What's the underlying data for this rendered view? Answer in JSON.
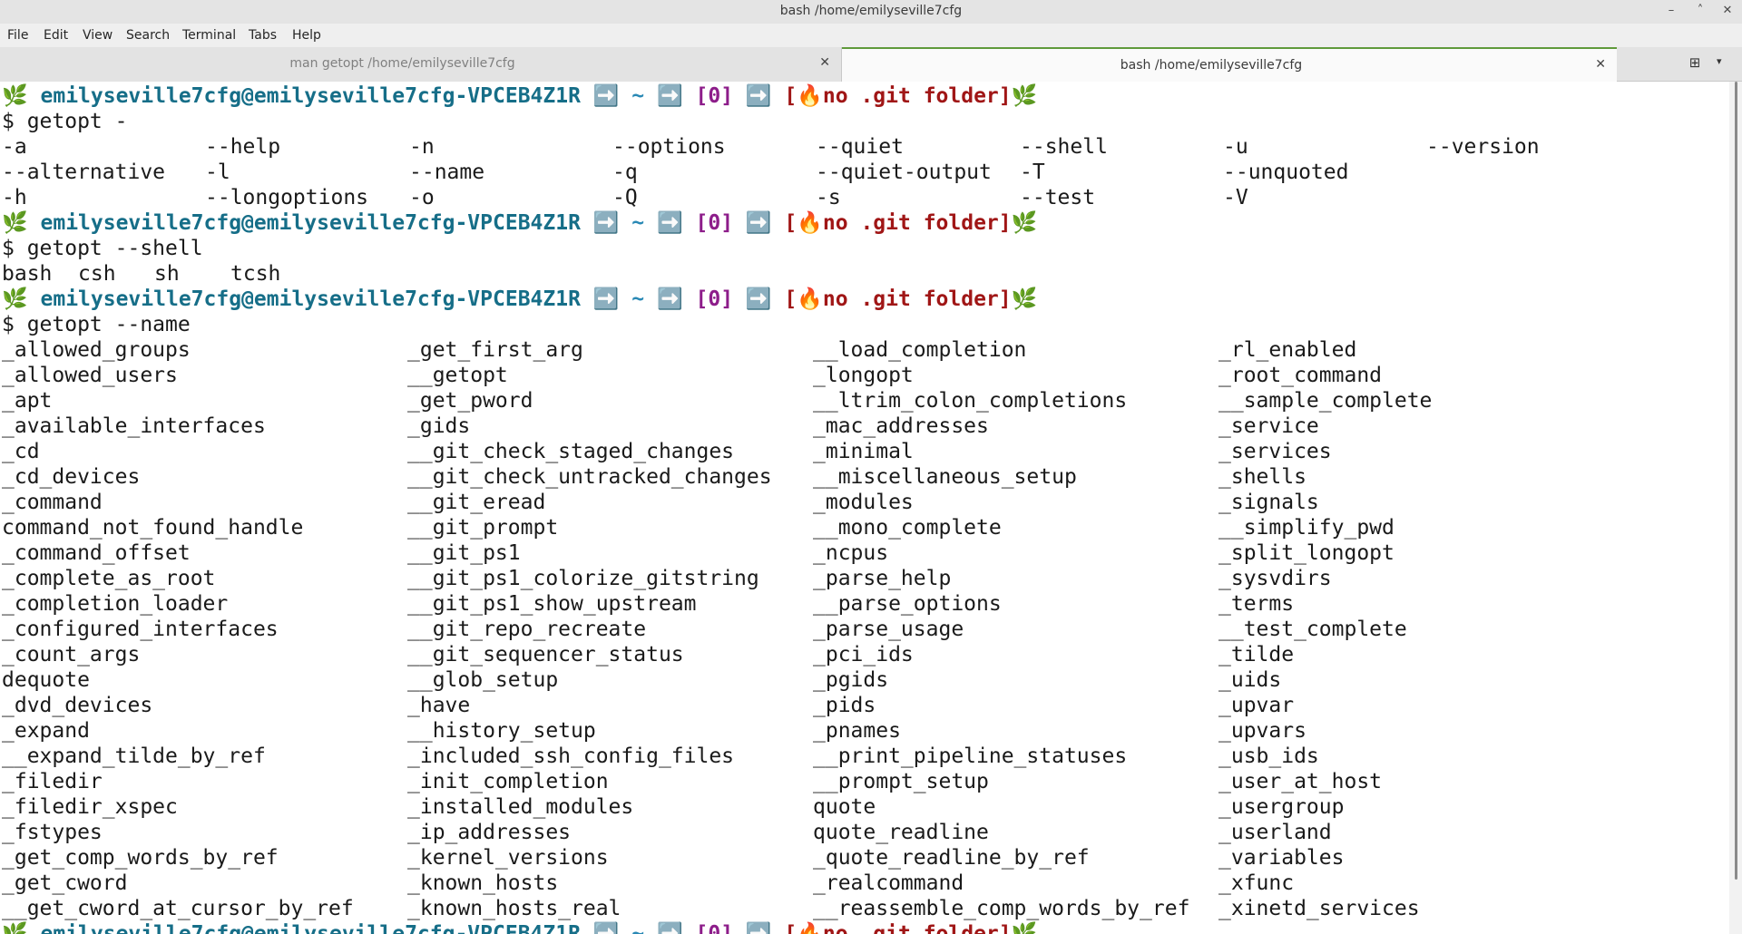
{
  "window": {
    "title": "bash /home/emilyseville7cfg",
    "minimize": "–",
    "maximize": "˄",
    "close": "✕"
  },
  "menu": [
    "File",
    "Edit",
    "View",
    "Search",
    "Terminal",
    "Tabs",
    "Help"
  ],
  "tabs": [
    {
      "label": "man getopt /home/emilyseville7cfg",
      "close": "✕"
    },
    {
      "label": "bash /home/emilyseville7cfg",
      "close": "✕"
    }
  ],
  "tabbar": {
    "new_tab": "⊞",
    "menu": "▾"
  },
  "prompt": {
    "leaf": "🌿",
    "user_host": "emilyseville7cfg@emilyseville7cfg-VPCEB4Z1R",
    "arrow": "➡️",
    "cwd": "~",
    "status": "[0]",
    "git_open": "[",
    "fire": "🔥",
    "git_text": "no .git folder]",
    "ps": "$ "
  },
  "commands": [
    "getopt -",
    "getopt --shell",
    "getopt --name"
  ],
  "option_rows": [
    [
      "-a",
      "--help",
      "-n",
      "--options",
      "--quiet",
      "--shell",
      "-u",
      "--version"
    ],
    [
      "--alternative",
      "-l",
      "--name",
      "-q",
      "--quiet-output",
      "-T",
      "--unquoted",
      ""
    ],
    [
      "-h",
      "--longoptions",
      "-o",
      "-Q",
      "-s",
      "--test",
      "-V",
      ""
    ]
  ],
  "shell_row": [
    "bash",
    "csh",
    "sh",
    "tcsh"
  ],
  "name_rows": [
    [
      "_allowed_groups",
      "_get_first_arg",
      "__load_completion",
      "_rl_enabled"
    ],
    [
      "_allowed_users",
      "__getopt",
      "_longopt",
      "_root_command"
    ],
    [
      "_apt",
      "_get_pword",
      "__ltrim_colon_completions",
      "__sample_complete"
    ],
    [
      "_available_interfaces",
      "_gids",
      "_mac_addresses",
      "_service"
    ],
    [
      "_cd",
      "__git_check_staged_changes",
      "_minimal",
      "_services"
    ],
    [
      "_cd_devices",
      "__git_check_untracked_changes",
      "__miscellaneous_setup",
      "_shells"
    ],
    [
      "_command",
      "__git_eread",
      "_modules",
      "_signals"
    ],
    [
      "command_not_found_handle",
      "__git_prompt",
      "__mono_complete",
      "__simplify_pwd"
    ],
    [
      "_command_offset",
      "__git_ps1",
      "_ncpus",
      "_split_longopt"
    ],
    [
      "_complete_as_root",
      "__git_ps1_colorize_gitstring",
      "_parse_help",
      "_sysvdirs"
    ],
    [
      "_completion_loader",
      "__git_ps1_show_upstream",
      "__parse_options",
      "_terms"
    ],
    [
      "_configured_interfaces",
      "__git_repo_recreate",
      "_parse_usage",
      "__test_complete"
    ],
    [
      "_count_args",
      "__git_sequencer_status",
      "_pci_ids",
      "_tilde"
    ],
    [
      "dequote",
      "__glob_setup",
      "_pgids",
      "_uids"
    ],
    [
      "_dvd_devices",
      "_have",
      "_pids",
      "_upvar"
    ],
    [
      "_expand",
      "__history_setup",
      "_pnames",
      "_upvars"
    ],
    [
      "__expand_tilde_by_ref",
      "_included_ssh_config_files",
      "__print_pipeline_statuses",
      "_usb_ids"
    ],
    [
      "_filedir",
      "_init_completion",
      "__prompt_setup",
      "_user_at_host"
    ],
    [
      "_filedir_xspec",
      "_installed_modules",
      "quote",
      "_usergroup"
    ],
    [
      "_fstypes",
      "_ip_addresses",
      "quote_readline",
      "_userland"
    ],
    [
      "_get_comp_words_by_ref",
      "_kernel_versions",
      "_quote_readline_by_ref",
      "_variables"
    ],
    [
      "_get_cword",
      "_known_hosts",
      "_realcommand",
      "_xfunc"
    ],
    [
      "__get_cword_at_cursor_by_ref",
      "_known_hosts_real",
      "__reassemble_comp_words_by_ref",
      "_xinetd_services"
    ]
  ],
  "colors": {
    "user": "#166e88",
    "arrow": "#1d82d6",
    "status": "#8d1d8a",
    "git": "#a01616",
    "leaf": "#3f9a2e",
    "tab_accent": "#5f9a3b"
  }
}
